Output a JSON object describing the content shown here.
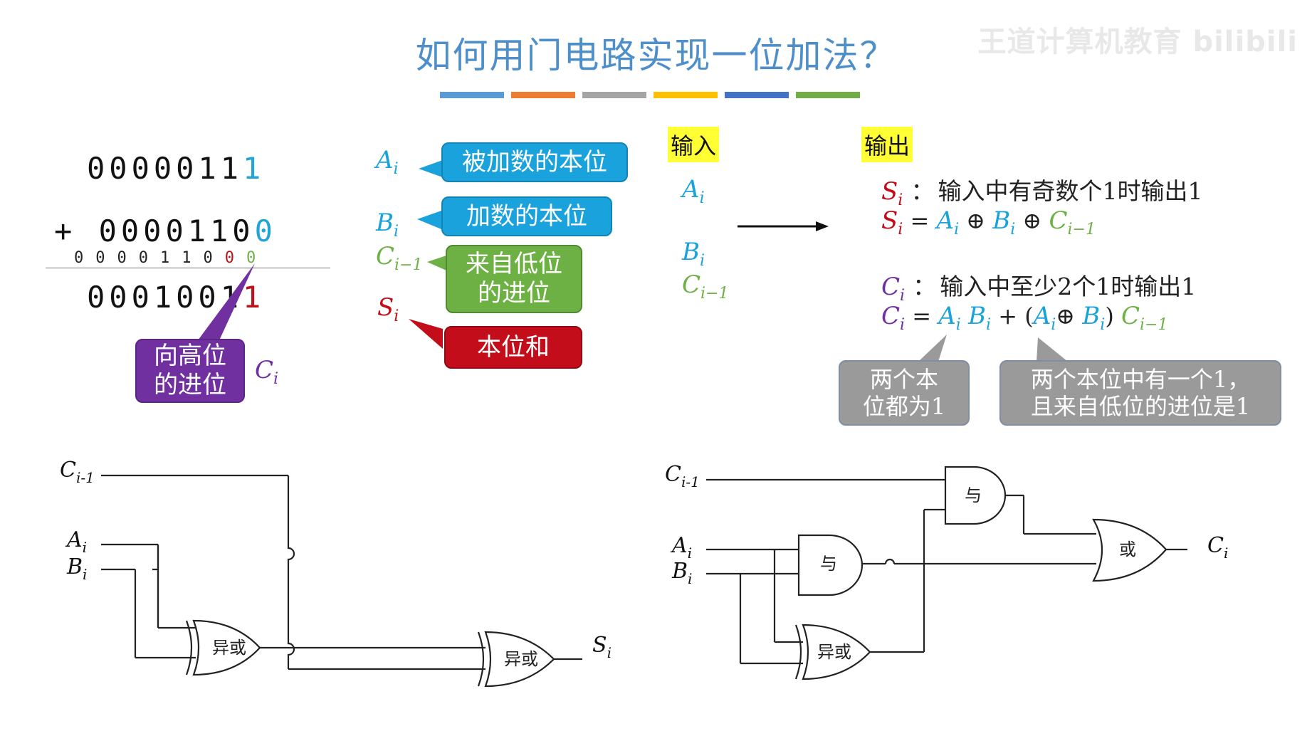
{
  "title": "如何用门电路实现一位加法？",
  "watermark": "王道计算机教育 bilibili",
  "color_bars": [
    "#5b9bd5",
    "#ed7d31",
    "#a5a5a5",
    "#ffc000",
    "#4472c4",
    "#70ad47"
  ],
  "example": {
    "row1_main": "0000011",
    "row1_last": "1",
    "plus": "+",
    "row2_main": "0000110",
    "row2_last": "0",
    "carry_main": "0000110",
    "carry_c1": "0",
    "carry_c0": "0",
    "result_main": "0001001",
    "result_last": "1",
    "carry_out_note": "向高位\n的进位",
    "carry_out_var": "C",
    "carry_out_sub": "i"
  },
  "legend": [
    {
      "var": "A",
      "sub": "i",
      "label": "被加数的本位",
      "color": "#1aa2dd"
    },
    {
      "var": "B",
      "sub": "i",
      "label": "加数的本位",
      "color": "#1aa2dd"
    },
    {
      "var": "C",
      "sub": "i−1",
      "label": "来自低位\n的进位",
      "color": "#6db144"
    },
    {
      "var": "S",
      "sub": "i",
      "label": "本位和",
      "color": "#c30d1a"
    }
  ],
  "io": {
    "input_tag": "输入",
    "output_tag": "输出",
    "inputs": [
      {
        "var": "A",
        "sub": "i"
      },
      {
        "var": "B",
        "sub": "i"
      },
      {
        "var": "C",
        "sub": "i−1"
      }
    ],
    "s_desc": "输入中有奇数个1时输出1",
    "c_desc": "输入中至少2个1时输出1",
    "note_left": "两个本\n位都为1",
    "note_right": "两个本位中有一个1，\n且来自低位的进位是1"
  },
  "circuit_left": {
    "inputs": [
      "C",
      "A",
      "B"
    ],
    "input_subs": [
      "i-1",
      "i",
      "i"
    ],
    "gates": [
      "异或",
      "异或"
    ],
    "output": "S",
    "output_sub": "i"
  },
  "circuit_right": {
    "inputs": [
      "C",
      "A",
      "B"
    ],
    "input_subs": [
      "i-1",
      "i",
      "i"
    ],
    "gates": [
      "与",
      "与",
      "异或",
      "或"
    ],
    "output": "C",
    "output_sub": "i"
  }
}
